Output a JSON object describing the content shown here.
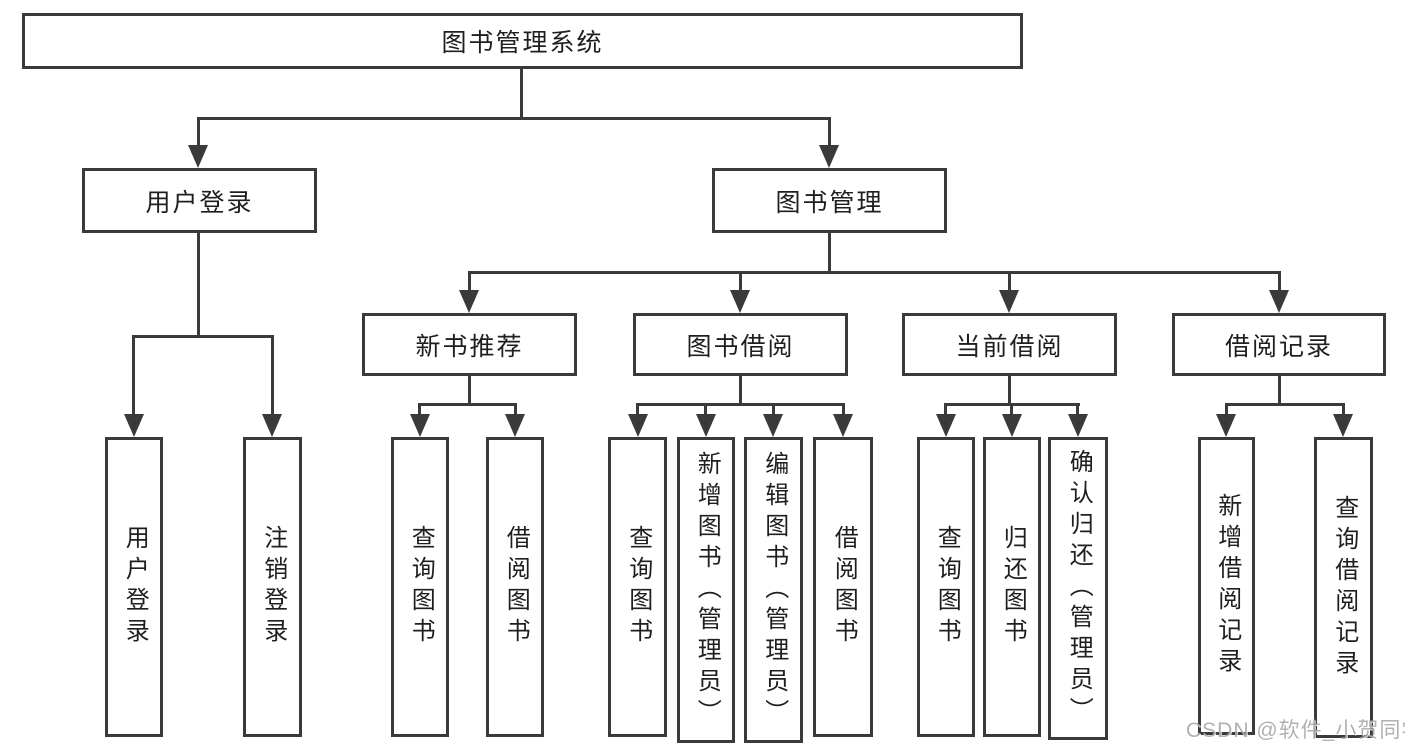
{
  "tree": {
    "label": "图书管理系统",
    "children": [
      {
        "label": "用户登录",
        "children": [
          {
            "label": "用户登录"
          },
          {
            "label": "注销登录"
          }
        ]
      },
      {
        "label": "图书管理",
        "children": [
          {
            "label": "新书推荐",
            "children": [
              {
                "label": "查询图书"
              },
              {
                "label": "借阅图书"
              }
            ]
          },
          {
            "label": "图书借阅",
            "children": [
              {
                "label": "查询图书"
              },
              {
                "label": "新增图书（管理员）"
              },
              {
                "label": "编辑图书（管理员）"
              },
              {
                "label": "借阅图书"
              }
            ]
          },
          {
            "label": "当前借阅",
            "children": [
              {
                "label": "查询图书"
              },
              {
                "label": "归还图书"
              },
              {
                "label": "确认归还（管理员）"
              }
            ]
          },
          {
            "label": "借阅记录",
            "children": [
              {
                "label": "新增借阅记录"
              },
              {
                "label": "查询借阅记录"
              }
            ]
          }
        ]
      }
    ]
  },
  "watermark": {
    "text": "CSDN @软件_小贺同学"
  },
  "colors": {
    "line": "#3a3a3a",
    "background": "#ffffff",
    "text": "#1f1f1f",
    "watermark": "#a9a9a9"
  }
}
